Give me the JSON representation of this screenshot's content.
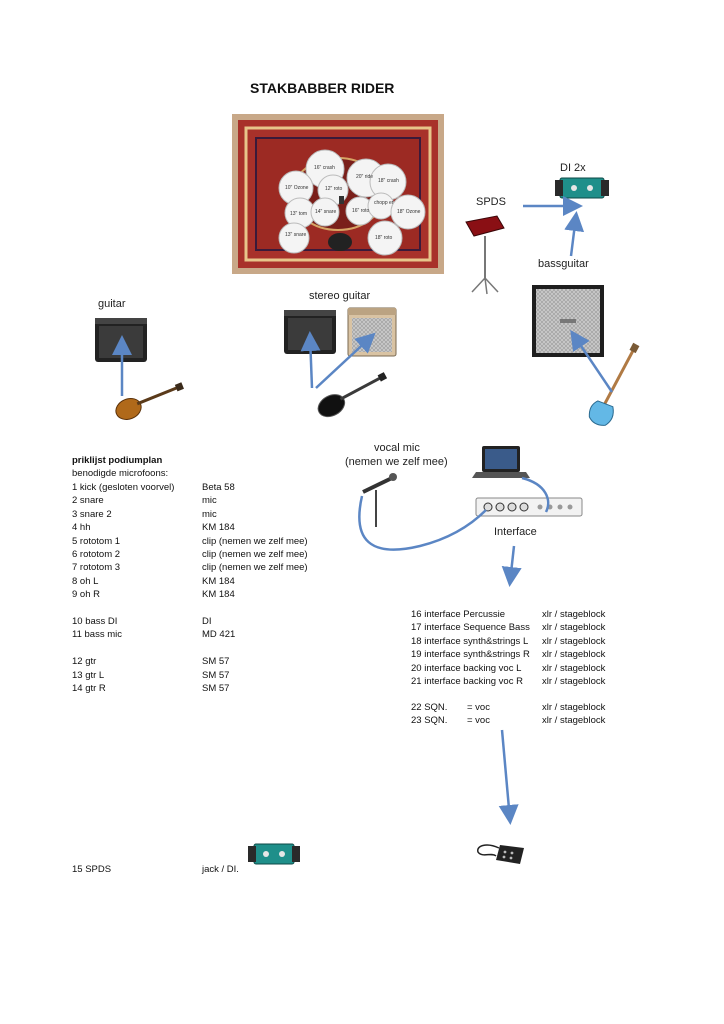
{
  "title": "STAKBABBER RIDER",
  "stage": {
    "rug_labels": [
      "16\" crash",
      "20\" ride",
      "18\" crash",
      "10\" Ozone",
      "12\" roto",
      "13\" tom",
      "14\" snare",
      "16\" roto",
      "18\" Ozone",
      "13\" snare",
      "18\" roto",
      "chopp er"
    ],
    "spds_label": "SPDS",
    "di_label": "DI 2x",
    "bassguitar_label": "bassguitar",
    "guitar_label": "guitar",
    "stereo_guitar_label": "stereo guitar",
    "vocal_label_1": "vocal mic",
    "vocal_label_2": "(nemen we zelf mee)",
    "interface_label": "Interface"
  },
  "mics": {
    "title": "priklijst podiumplan",
    "subtitle": "benodigde microfoons:",
    "rows": [
      {
        "ch": "1 kick (gesloten voorvel)",
        "mic": "Beta 58"
      },
      {
        "ch": "2 snare",
        "mic": "mic"
      },
      {
        "ch": "3 snare 2",
        "mic": "mic"
      },
      {
        "ch": "4 hh",
        "mic": "KM 184"
      },
      {
        "ch": "5 rototom 1",
        "mic": "clip (nemen we zelf mee)"
      },
      {
        "ch": "6 rototom 2",
        "mic": "clip (nemen we zelf mee)"
      },
      {
        "ch": "7 rototom 3",
        "mic": "clip (nemen we zelf mee)"
      },
      {
        "ch": "8 oh L",
        "mic": "KM 184"
      },
      {
        "ch": "9 oh R",
        "mic": "KM 184"
      },
      {
        "ch": "",
        "mic": ""
      },
      {
        "ch": "10 bass DI",
        "mic": "DI"
      },
      {
        "ch": "11 bass mic",
        "mic": "MD 421"
      },
      {
        "ch": "",
        "mic": ""
      },
      {
        "ch": "12 gtr",
        "mic": "SM 57"
      },
      {
        "ch": "13 gtr L",
        "mic": "SM 57"
      },
      {
        "ch": "14 gtr R",
        "mic": "SM 57"
      }
    ],
    "spds_row": {
      "ch": "15 SPDS",
      "mic": "jack / DI."
    }
  },
  "interface_list": {
    "rows": [
      {
        "ch": "16 interface Percussie",
        "conn": "xlr / stageblock"
      },
      {
        "ch": "17 interface Sequence Bass",
        "conn": "xlr / stageblock"
      },
      {
        "ch": "18 interface synth&strings L",
        "conn": "xlr / stageblock"
      },
      {
        "ch": "19 interface synth&strings R",
        "conn": "xlr / stageblock"
      },
      {
        "ch": "20 interface backing voc L",
        "conn": "xlr / stageblock"
      },
      {
        "ch": "21 interface backing voc R",
        "conn": "xlr / stageblock"
      }
    ],
    "sqn_rows": [
      {
        "ch": "22 SQN.",
        "eq": "= voc",
        "conn": "xlr / stageblock"
      },
      {
        "ch": "23 SQN.",
        "eq": "= voc",
        "conn": "xlr / stageblock"
      }
    ]
  },
  "colors": {
    "arrow": "#5b86c4",
    "rug": "#a8312a",
    "amp": "#2a2a2a",
    "di": "#1f8f8a"
  }
}
